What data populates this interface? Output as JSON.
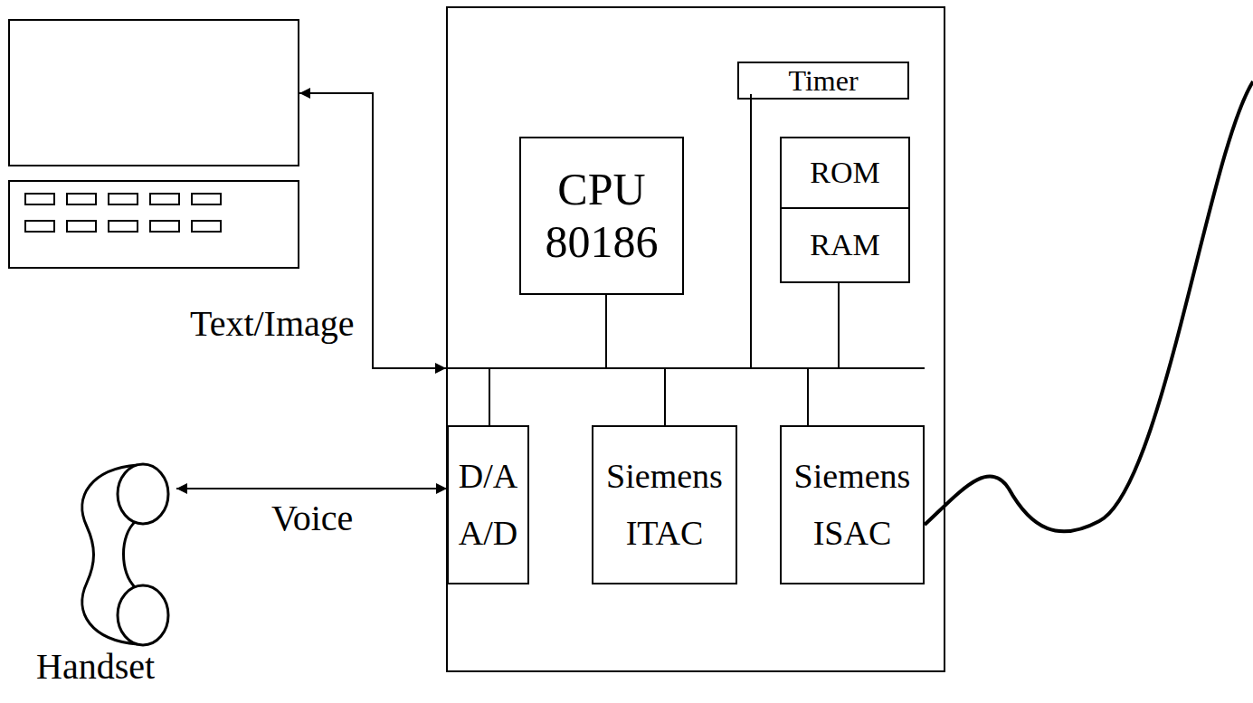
{
  "diagram": {
    "nodes": [
      {
        "text": [
          "Timer"
        ]
      },
      {
        "text": [
          "CPU 80186"
        ]
      },
      {
        "text": [
          "ROM"
        ]
      },
      {
        "text": [
          "RAM"
        ]
      },
      {
        "text": [
          "D/A A/D"
        ]
      },
      {
        "text": [
          "Siemens ITAC"
        ]
      },
      {
        "text": [
          "Siemens ISAC"
        ]
      },
      {
        "text": [
          "Handset"
        ]
      }
    ],
    "edges": [
      {
        "from": 7,
        "to": 4,
        "label": "Voice",
        "arrow": "both"
      }
    ],
    "labels": [
      "Text/Image"
    ]
  }
}
